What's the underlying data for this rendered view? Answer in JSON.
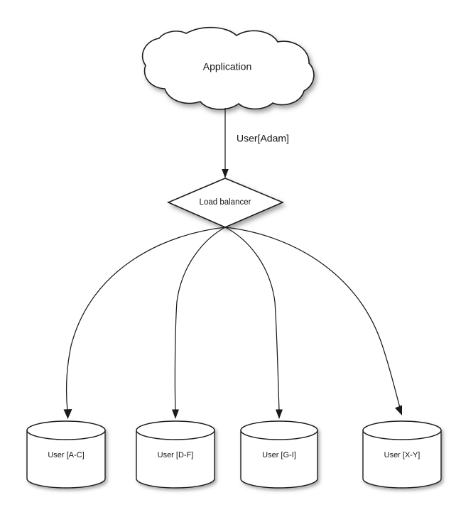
{
  "diagram": {
    "title_text": "Application",
    "background_color": "#ffffff",
    "stroke_color": "#1a1a1a",
    "text_color": "#141414",
    "nodes": {
      "cloud": {
        "label": "Application",
        "shape": "cloud"
      },
      "balancer": {
        "label": "Load balancer",
        "shape": "diamond"
      },
      "databases": [
        {
          "label": "User [A-C]",
          "shape": "cylinder"
        },
        {
          "label": "User [D-F]",
          "shape": "cylinder"
        },
        {
          "label": "User [G-I]",
          "shape": "cylinder"
        },
        {
          "label": "User [X-Y]",
          "shape": "cylinder"
        }
      ]
    },
    "edges": [
      {
        "from": "cloud",
        "to": "balancer",
        "label": "User[Adam]",
        "style": "straight-arrow"
      },
      {
        "from": "balancer",
        "to": "db-0",
        "label": "",
        "style": "curved-arrow"
      },
      {
        "from": "balancer",
        "to": "db-1",
        "label": "",
        "style": "curved-arrow"
      },
      {
        "from": "balancer",
        "to": "db-2",
        "label": "",
        "style": "curved-arrow"
      },
      {
        "from": "balancer",
        "to": "db-3",
        "label": "",
        "style": "curved-arrow"
      }
    ]
  }
}
